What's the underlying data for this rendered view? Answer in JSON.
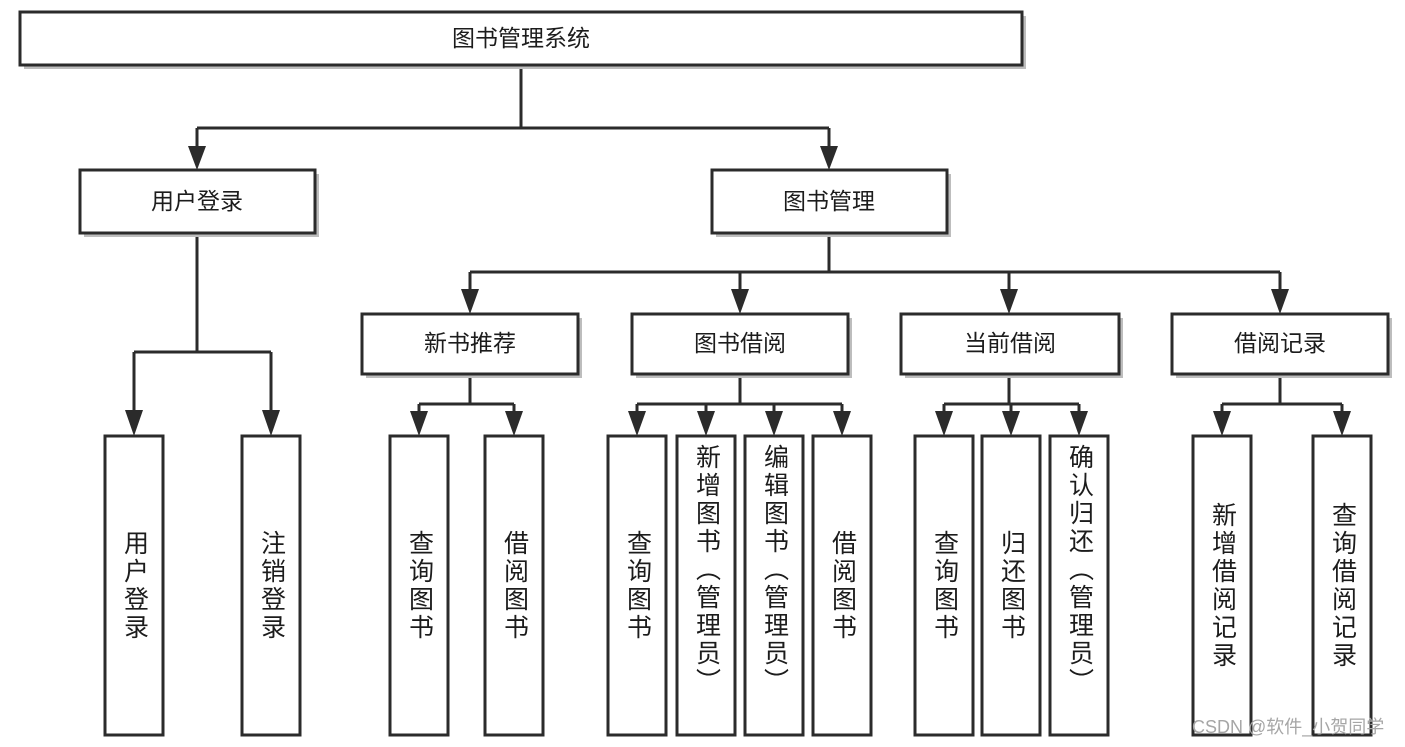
{
  "diagram": {
    "type": "tree-hierarchy-chart",
    "title": "图书管理系统",
    "orientation": "top-down",
    "colors": {
      "box_fill": "#ffffff",
      "box_stroke": "#2b2b2b",
      "text": "#1c1c1c",
      "connector": "#2b2b2b",
      "watermark": "#a6a6a6",
      "background": "#ffffff"
    }
  },
  "nodes": {
    "root": {
      "label": "图书管理系统"
    },
    "level2": [
      {
        "id": "user-login",
        "label": "用户登录"
      },
      {
        "id": "book-management",
        "label": "图书管理"
      }
    ],
    "level3": [
      {
        "id": "new-book-recommend",
        "label": "新书推荐"
      },
      {
        "id": "book-borrow",
        "label": "图书借阅"
      },
      {
        "id": "current-borrow",
        "label": "当前借阅"
      },
      {
        "id": "borrow-record",
        "label": "借阅记录"
      }
    ],
    "leaves": {
      "user-login": [
        {
          "id": "leaf-user-login",
          "label": "用户登录"
        },
        {
          "id": "leaf-logout",
          "label": "注销登录"
        }
      ],
      "new-book-recommend": [
        {
          "id": "leaf-query-book-1",
          "label": "查询图书"
        },
        {
          "id": "leaf-borrow-book-1",
          "label": "借阅图书"
        }
      ],
      "book-borrow": [
        {
          "id": "leaf-query-book-2",
          "label": "查询图书"
        },
        {
          "id": "leaf-add-book",
          "label": "新增图书（管理员）"
        },
        {
          "id": "leaf-edit-book",
          "label": "编辑图书（管理员）"
        },
        {
          "id": "leaf-borrow-book-2",
          "label": "借阅图书"
        }
      ],
      "current-borrow": [
        {
          "id": "leaf-query-book-3",
          "label": "查询图书"
        },
        {
          "id": "leaf-return-book",
          "label": "归还图书"
        },
        {
          "id": "leaf-confirm-return",
          "label": "确认归还（管理员）"
        }
      ],
      "borrow-record": [
        {
          "id": "leaf-add-record",
          "label": "新增借阅记录"
        },
        {
          "id": "leaf-query-record",
          "label": "查询借阅记录"
        }
      ]
    }
  },
  "watermark": {
    "text": "CSDN @软件_小贺同学"
  }
}
